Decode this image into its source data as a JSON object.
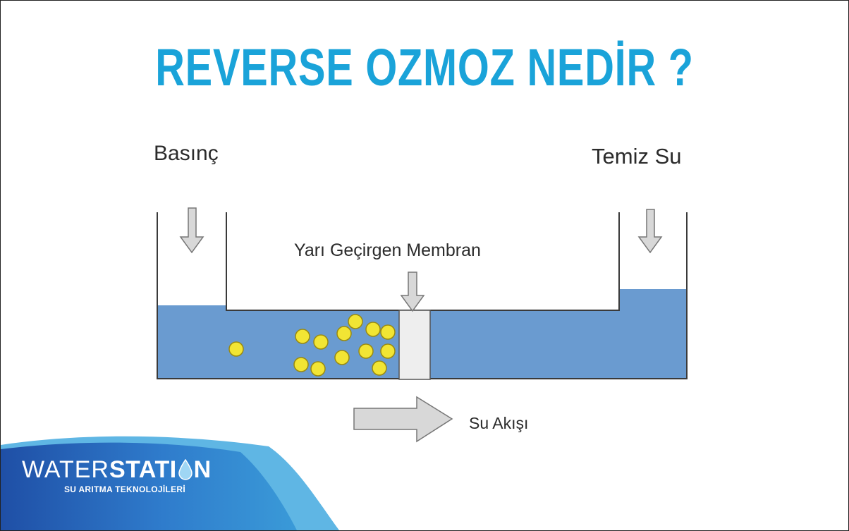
{
  "title": "REVERSE OZMOZ NEDİR ?",
  "diagram": {
    "pressure_label": "Basınç",
    "clean_water_label": "Temiz Su",
    "membrane_label": "Yarı Geçirgen Membran",
    "flow_label": "Su Akışı"
  },
  "brand": {
    "name_part1": "WATER",
    "name_part2a": "STATI",
    "name_part2b": "N",
    "tagline": "SU ARITMA TEKNOLOJİLERİ"
  },
  "colors": {
    "title": "#1aa3d9",
    "water": "#6a9bd0",
    "particles": "#f2e534",
    "arrows": "#d8d8d8",
    "brand_band": "#2a6fc0"
  }
}
